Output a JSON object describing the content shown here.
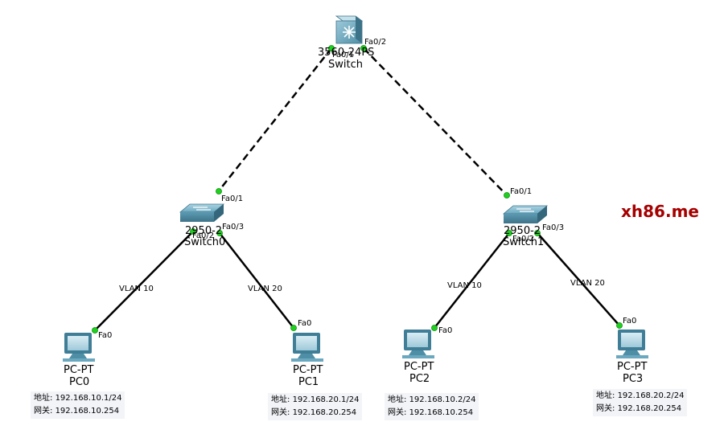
{
  "devices": {
    "core": {
      "model": "3560-24PS",
      "name": "Switch",
      "ports": {
        "p1": "Fa0/1",
        "p2": "Fa0/2"
      }
    },
    "sw0": {
      "model": "2950-2",
      "name": "Switch0",
      "ports": {
        "up": "Fa0/1",
        "left": "Fa0/2",
        "right": "Fa0/3"
      }
    },
    "sw1": {
      "model": "2950-2",
      "name": "Switch1",
      "ports": {
        "up": "Fa0/1",
        "left": "Fa0/2",
        "right": "Fa0/3"
      }
    },
    "pc0": {
      "type": "PC-PT",
      "name": "PC0",
      "port": "Fa0",
      "addr_label": "地址:",
      "addr": "192.168.10.1/24",
      "gw_label": "网关:",
      "gw": "192.168.10.254"
    },
    "pc1": {
      "type": "PC-PT",
      "name": "PC1",
      "port": "Fa0",
      "addr_label": "地址:",
      "addr": "192.168.20.1/24",
      "gw_label": "网关:",
      "gw": "192.168.20.254"
    },
    "pc2": {
      "type": "PC-PT",
      "name": "PC2",
      "port": "Fa0",
      "addr_label": "地址:",
      "addr": "192.168.10.2/24",
      "gw_label": "网关:",
      "gw": "192.168.10.254"
    },
    "pc3": {
      "type": "PC-PT",
      "name": "PC3",
      "port": "Fa0",
      "addr_label": "地址:",
      "addr": "192.168.20.2/24",
      "gw_label": "网关:",
      "gw": "192.168.20.254"
    }
  },
  "links": {
    "sw0_pc0": "VLAN 10",
    "sw0_pc1": "VLAN 20",
    "sw1_pc2": "VLAN 10",
    "sw1_pc3": "VLAN 20"
  },
  "watermark": "xh86.me",
  "colors": {
    "link_up": "#1fd11f",
    "watermark": "#a50000",
    "switch_body": "#4f8fa6"
  }
}
